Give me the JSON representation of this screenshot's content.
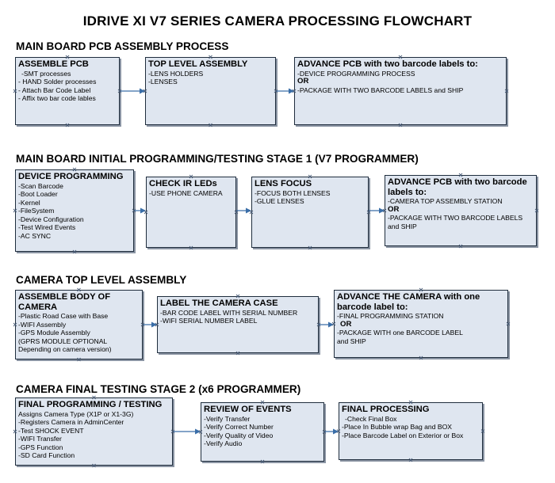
{
  "title": "IDRIVE XI V7 SERIES CAMERA PROCESSING FLOWCHART",
  "sections": [
    {
      "heading": "MAIN BOARD PCB ASSEMBLY PROCESS",
      "boxes": [
        {
          "title": "ASSEMBLE PCB",
          "lines": [
            "-SMT processes",
            "- HAND Solder processes",
            "- Attach Bar Code Label",
            "- Affix two bar code lables"
          ]
        },
        {
          "title": "TOP LEVEL ASSEMBLY",
          "lines": [
            "-LENS HOLDERS",
            "-LENSES"
          ]
        },
        {
          "title": "ADVANCE PCB with two barcode labels to:",
          "lines": [
            "-DEVICE PROGRAMMING PROCESS",
            "OR",
            "-PACKAGE WITH TWO BARCODE LABELS and SHIP"
          ]
        }
      ]
    },
    {
      "heading": "MAIN BOARD INITIAL PROGRAMMING/TESTING STAGE 1 (V7 PROGRAMMER)",
      "boxes": [
        {
          "title": "DEVICE PROGRAMMING",
          "lines": [
            "-Scan Barcode",
            "-Boot Loader",
            "-Kernel",
            "-FileSystem",
            "-Device Configuration",
            "-Test Wired Events",
            "-AC SYNC"
          ]
        },
        {
          "title": "CHECK IR LEDs",
          "lines": [
            "-USE PHONE CAMERA"
          ]
        },
        {
          "title": "LENS FOCUS",
          "lines": [
            "-FOCUS BOTH LENSES",
            "-GLUE LENSES"
          ]
        },
        {
          "title_lines": [
            "ADVANCE PCB with two barcode",
            "labels to:"
          ],
          "lines": [
            "-CAMERA TOP ASSEMBLY STATION",
            "OR",
            "-PACKAGE WITH TWO BARCODE LABELS",
            "and SHIP"
          ]
        }
      ]
    },
    {
      "heading": "CAMERA TOP LEVEL ASSEMBLY",
      "boxes": [
        {
          "title_lines": [
            "ASSEMBLE BODY OF",
            "CAMERA"
          ],
          "lines": [
            "-Plastic Road Case with Base",
            "-WIFI Assembly",
            "-GPS Module Assembly",
            "(GPRS MODULE OPTIONAL",
            "Depending on camera version)"
          ]
        },
        {
          "title": "LABEL THE CAMERA CASE",
          "lines": [
            "-BAR CODE LABEL WITH SERIAL NUMBER",
            "-WIFI SERIAL NUMBER LABEL"
          ]
        },
        {
          "title_lines": [
            "ADVANCE THE CAMERA with one",
            "barcode label to:"
          ],
          "lines": [
            "-FINAL PROGRAMMING STATION",
            "OR",
            "-PACKAGE WITH one BARCODE LABEL",
            "and SHIP"
          ]
        }
      ]
    },
    {
      "heading": "CAMERA FINAL TESTING STAGE 2 (x6 PROGRAMMER)",
      "boxes": [
        {
          "title": "FINAL PROGRAMMING / TESTING",
          "lines": [
            "Assigns Camera Type (X1P or X1-3G)",
            "-Registers Camera in AdminCenter",
            "-Test SHOCK EVENT",
            "-WIFI Transfer",
            "-GPS Function",
            "-SD Card Function"
          ]
        },
        {
          "title": "REVIEW OF EVENTS",
          "lines": [
            "-Verify Transfer",
            "-Verify Correct Number",
            "-Verify Quality of Video",
            "-Verify Audio"
          ]
        },
        {
          "title": "FINAL PROCESSING",
          "lines": [
            "-Check Final Box",
            "-Place In Bubble wrap Bag and BOX",
            "-Place Barcode Label on Exterior or Box"
          ]
        }
      ]
    }
  ],
  "colors": {
    "box_fill": "#dfe6f0",
    "box_border": "#1f2d3d",
    "connector": "#3a6ea8"
  }
}
